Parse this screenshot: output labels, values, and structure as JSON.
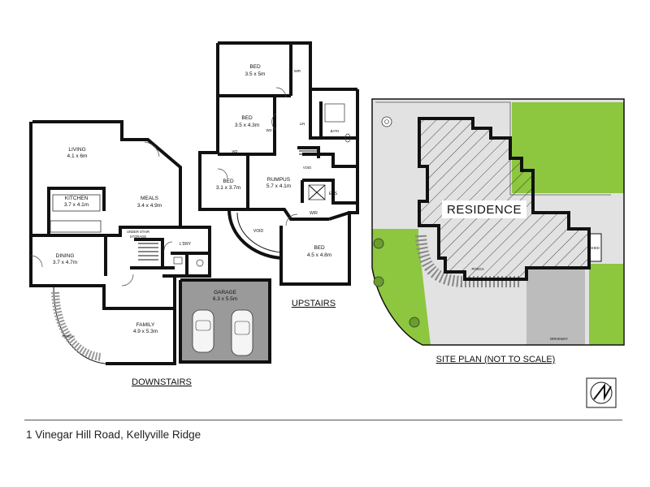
{
  "downstairs": {
    "title": "DOWNSTAIRS",
    "rooms": {
      "living": {
        "name": "LIVING",
        "size": "4.1 x 6m"
      },
      "kitchen": {
        "name": "KITCHEN",
        "size": "3.7 x 4.1m"
      },
      "meals": {
        "name": "MEALS",
        "size": "3.4 x 4.9m"
      },
      "dining": {
        "name": "DINING",
        "size": "3.7 x 4.7m"
      },
      "family": {
        "name": "FAMILY",
        "size": "4.9 x 5.3m"
      },
      "garage": {
        "name": "GARAGE",
        "size": "6.3 x 5.5m"
      },
      "under_stair": {
        "line1": "UNDER STAIR",
        "line2": "STORAGE"
      },
      "laundry": "L'DRY",
      "porch": "PORCH"
    }
  },
  "upstairs": {
    "title": "UPSTAIRS",
    "rooms": {
      "bed_top": {
        "name": "BED",
        "size": "3.5 x 5m"
      },
      "bed_mid": {
        "name": "BED",
        "size": "3.5 x 4.3m"
      },
      "bed_left": {
        "name": "BED",
        "size": "3.1 x 3.7m"
      },
      "rumpus": {
        "name": "RUMPUS",
        "size": "5.7 x 4.1m"
      },
      "bed_main": {
        "name": "BED",
        "size": "4.5 x 4.8m"
      },
      "void_centre": "VOID",
      "void_stair": "VOID",
      "bath": "BATH",
      "ens": "ENS",
      "wir": "WIR",
      "wir_small": "WIR",
      "lin": "LIN",
      "wd_top": "WD",
      "wd_left": "WD"
    }
  },
  "site_plan": {
    "title": "SITE PLAN (NOT TO SCALE)",
    "residence": "RESIDENCE",
    "porch": "PORCH",
    "shed": "SHED",
    "driveway": "DRIVEWAY",
    "colors": {
      "lawn": "#8dc63f",
      "paving": "#d6d6d6",
      "hatch": "#333333"
    }
  },
  "address": "1 Vinegar Hill Road, Kellyville Ridge",
  "compass": "north-arrow-icon"
}
